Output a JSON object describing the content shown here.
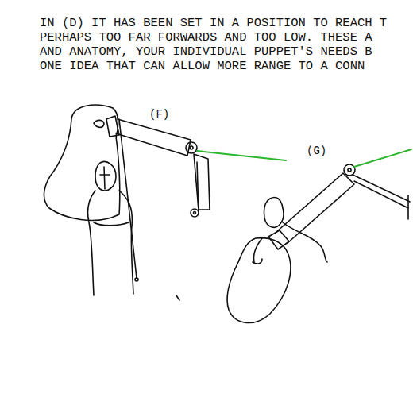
{
  "diagram": {
    "labels": [
      "IN (D) IT HAS BEEN SET IN A POSITION TO REACH T",
      "PERHAPS TOO FAR FORWARDS AND TOO LOW.  THESE A",
      "AND ANATOMY, YOUR INDIVIDUAL PUPPET'S NEEDS B",
      "ONE IDEA THAT CAN ALLOW MORE RANGE TO A CONN",
      "(F)",
      "(G)"
    ]
  }
}
